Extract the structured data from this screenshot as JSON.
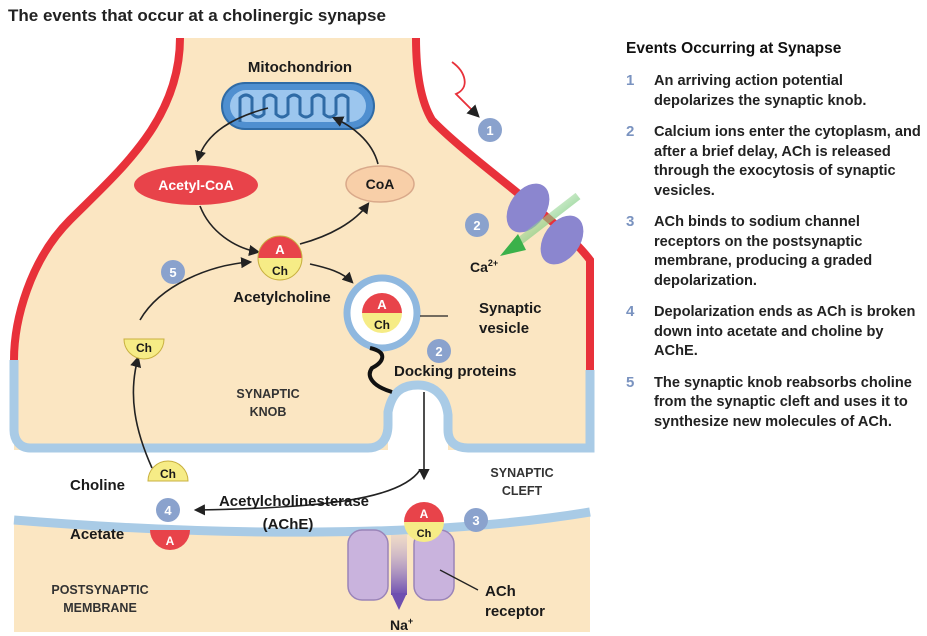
{
  "title": "The events that occur at a cholinergic synapse",
  "colors": {
    "knob_fill": "#fbe6c2",
    "membrane_red": "#e8313a",
    "membrane_blue": "#a9cbe6",
    "mito_blue": "#4f8fd0",
    "acetyl_red": "#e8434a",
    "coa_peach": "#f8cfa8",
    "choline_yellow": "#f6ec86",
    "step_circle": "#8aa2cd",
    "receptor_purple": "#c9b3dd",
    "channel_purple": "#8b86cf"
  },
  "diagram": {
    "mitochondrion": "Mitochondrion",
    "acetyl_coa": "Acetyl-CoA",
    "coa": "CoA",
    "acetylcholine": "Acetylcholine",
    "synaptic_vesicle_line1": "Synaptic",
    "synaptic_vesicle_line2": "vesicle",
    "docking_proteins": "Docking proteins",
    "synaptic_knob_line1": "SYNAPTIC",
    "synaptic_knob_line2": "KNOB",
    "synaptic_cleft_line1": "SYNAPTIC",
    "synaptic_cleft_line2": "CLEFT",
    "choline": "Choline",
    "acetate": "Acetate",
    "ache_line1": "Acetylcholinesterase",
    "ache_line2": "(AChE)",
    "postsynaptic_line1": "POSTSYNAPTIC",
    "postsynaptic_line2": "MEMBRANE",
    "ach_receptor_line1": "ACh",
    "ach_receptor_line2": "receptor",
    "ca_ion": "Ca",
    "ca_charge": "2+",
    "na_ion": "Na",
    "na_charge": "+",
    "molecule_a": "A",
    "molecule_ch": "Ch",
    "steps": {
      "s1": "1",
      "s2": "2",
      "s3": "3",
      "s4": "4",
      "s5": "5"
    }
  },
  "events_panel": {
    "title": "Events Occurring at Synapse",
    "items": [
      {
        "num": "1",
        "text": "An arriving action potential depolarizes the synaptic knob."
      },
      {
        "num": "2",
        "text": "Calcium ions enter the cytoplasm, and after a brief delay, ACh is released through the exocytosis of synaptic vesicles."
      },
      {
        "num": "3",
        "text": "ACh binds to sodium channel receptors on the postsynaptic membrane, producing a graded depolarization."
      },
      {
        "num": "4",
        "text": "Depolarization ends as ACh is broken down into acetate and choline by AChE."
      },
      {
        "num": "5",
        "text": "The synaptic knob reabsorbs choline from the synaptic cleft and uses it to synthesize new molecules of ACh."
      }
    ]
  }
}
